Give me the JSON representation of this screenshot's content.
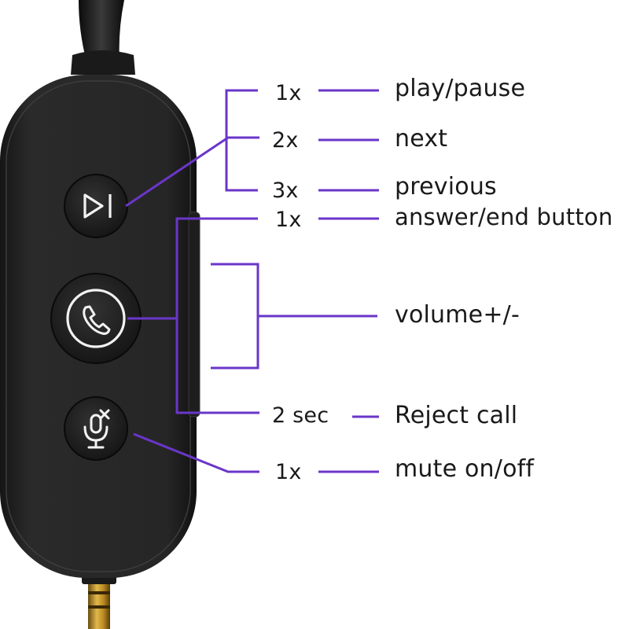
{
  "accent_color": "#6a36c9",
  "functions": [
    {
      "id": "play-pause",
      "count": "1x",
      "action": "play/pause"
    },
    {
      "id": "next",
      "count": "2x",
      "action": "next"
    },
    {
      "id": "previous",
      "count": "3x",
      "action": "previous"
    },
    {
      "id": "answer-end",
      "count": "1x",
      "action": "answer/end button"
    },
    {
      "id": "volume",
      "count": "",
      "action": "volume+/-"
    },
    {
      "id": "reject-call",
      "count": "2 sec",
      "action": "Reject call"
    },
    {
      "id": "mute",
      "count": "1x",
      "action": "mute on/off"
    }
  ],
  "buttons": [
    {
      "name": "play-pause-button",
      "icon": "play-pause-icon"
    },
    {
      "name": "call-button",
      "icon": "phone-icon"
    },
    {
      "name": "mute-button",
      "icon": "mic-mute-icon"
    }
  ]
}
